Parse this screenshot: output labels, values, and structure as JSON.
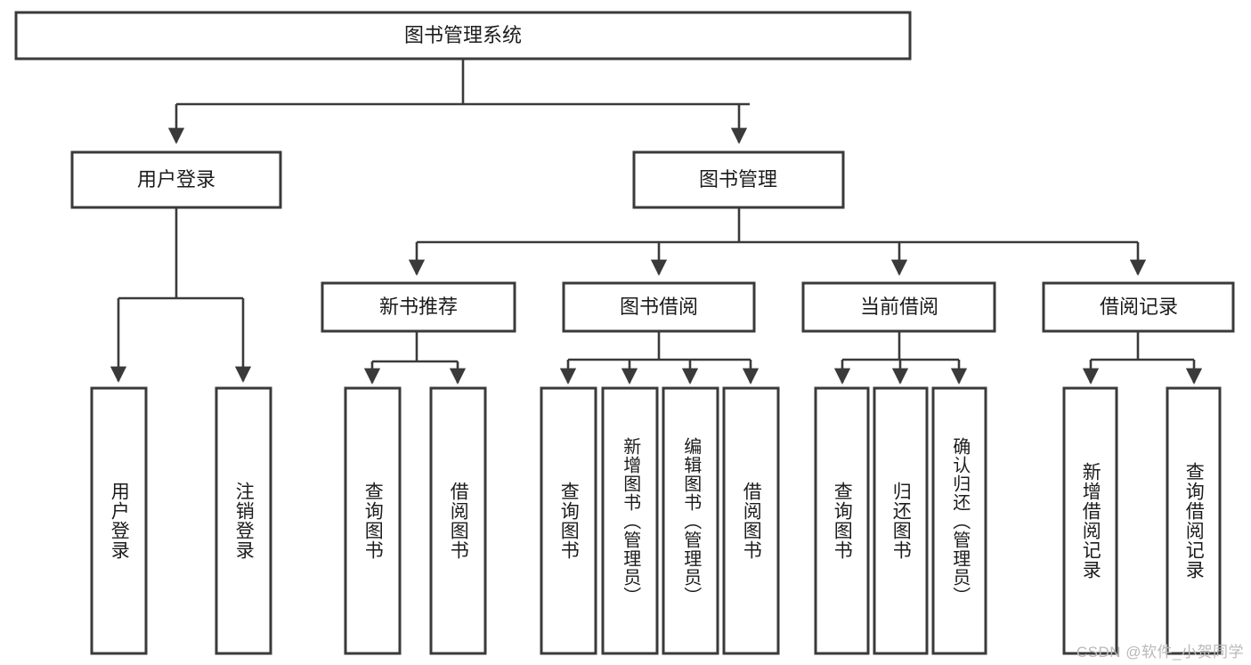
{
  "diagram": {
    "title": "图书管理系统",
    "type": "hierarchy-tree",
    "orientation": "top-down",
    "colors": {
      "stroke": "#3a3a3a",
      "fill": "#ffffff",
      "text": "#1c1c1c",
      "watermark": "#b9b9b9"
    },
    "root": {
      "label": "图书管理系统"
    },
    "level2": [
      {
        "label": "用户登录"
      },
      {
        "label": "图书管理"
      }
    ],
    "level3": [
      {
        "label": "新书推荐"
      },
      {
        "label": "图书借阅"
      },
      {
        "label": "当前借阅"
      },
      {
        "label": "借阅记录"
      }
    ],
    "leaves_user_login": [
      {
        "label": "用户登录"
      },
      {
        "label": "注销登录"
      }
    ],
    "leaves_new_book": [
      {
        "label": "查询图书"
      },
      {
        "label": "借阅图书"
      }
    ],
    "leaves_borrow": [
      {
        "label": "查询图书"
      },
      {
        "label": "新增图书（管理员）"
      },
      {
        "label": "编辑图书（管理员）"
      },
      {
        "label": "借阅图书"
      }
    ],
    "leaves_current": [
      {
        "label": "查询图书"
      },
      {
        "label": "归还图书"
      },
      {
        "label": "确认归还（管理员）"
      }
    ],
    "leaves_records": [
      {
        "label": "新增借阅记录"
      },
      {
        "label": "查询借阅记录"
      }
    ]
  },
  "watermark": {
    "text": "CSDN @软件_小贺同学"
  }
}
